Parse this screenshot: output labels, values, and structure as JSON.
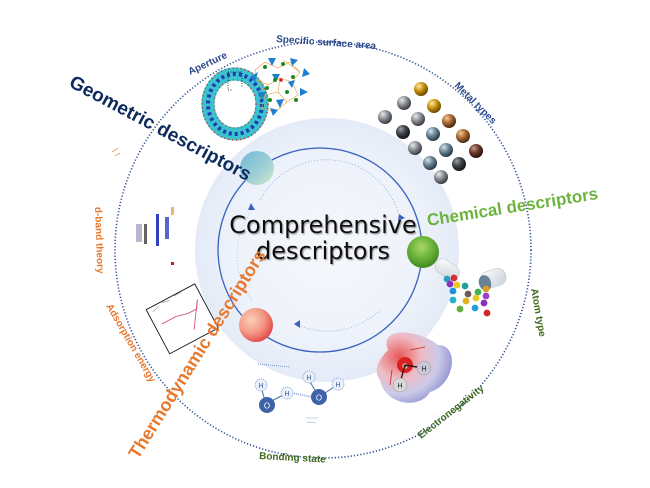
{
  "center": {
    "line1": "Comprehensive",
    "line2": "descriptors"
  },
  "categories": [
    {
      "id": "geometric",
      "label": "Geometric descriptors",
      "color": "#0d2a5e"
    },
    {
      "id": "chemical",
      "label": "Chemical descriptors",
      "color": "#6db33f"
    },
    {
      "id": "thermodynamic",
      "label": "Thermodynamic descriptors",
      "color": "#e8782e"
    }
  ],
  "ring_labels": {
    "aperture": "Aperture",
    "specific_surface_area": "Specific surface area",
    "metal_types": "Metal types",
    "atom_type": "Atom type",
    "electronegativity": "Electronegativity",
    "bonding_state": "Bonding state",
    "adsorption_energy": "Adsorption energy",
    "d_band_theory": "d-band theory"
  },
  "ring_label_colors": {
    "geometric": "#2b4a8c",
    "chemical": "#3f6a1e",
    "thermodynamic": "#e8782e"
  },
  "molecule_labels": {
    "oxygen": "O",
    "hydrogen": "H"
  },
  "colors": {
    "ring": "#3a63c0",
    "dotted_ring": "#2e4f94",
    "disc": "#e9eef8"
  }
}
